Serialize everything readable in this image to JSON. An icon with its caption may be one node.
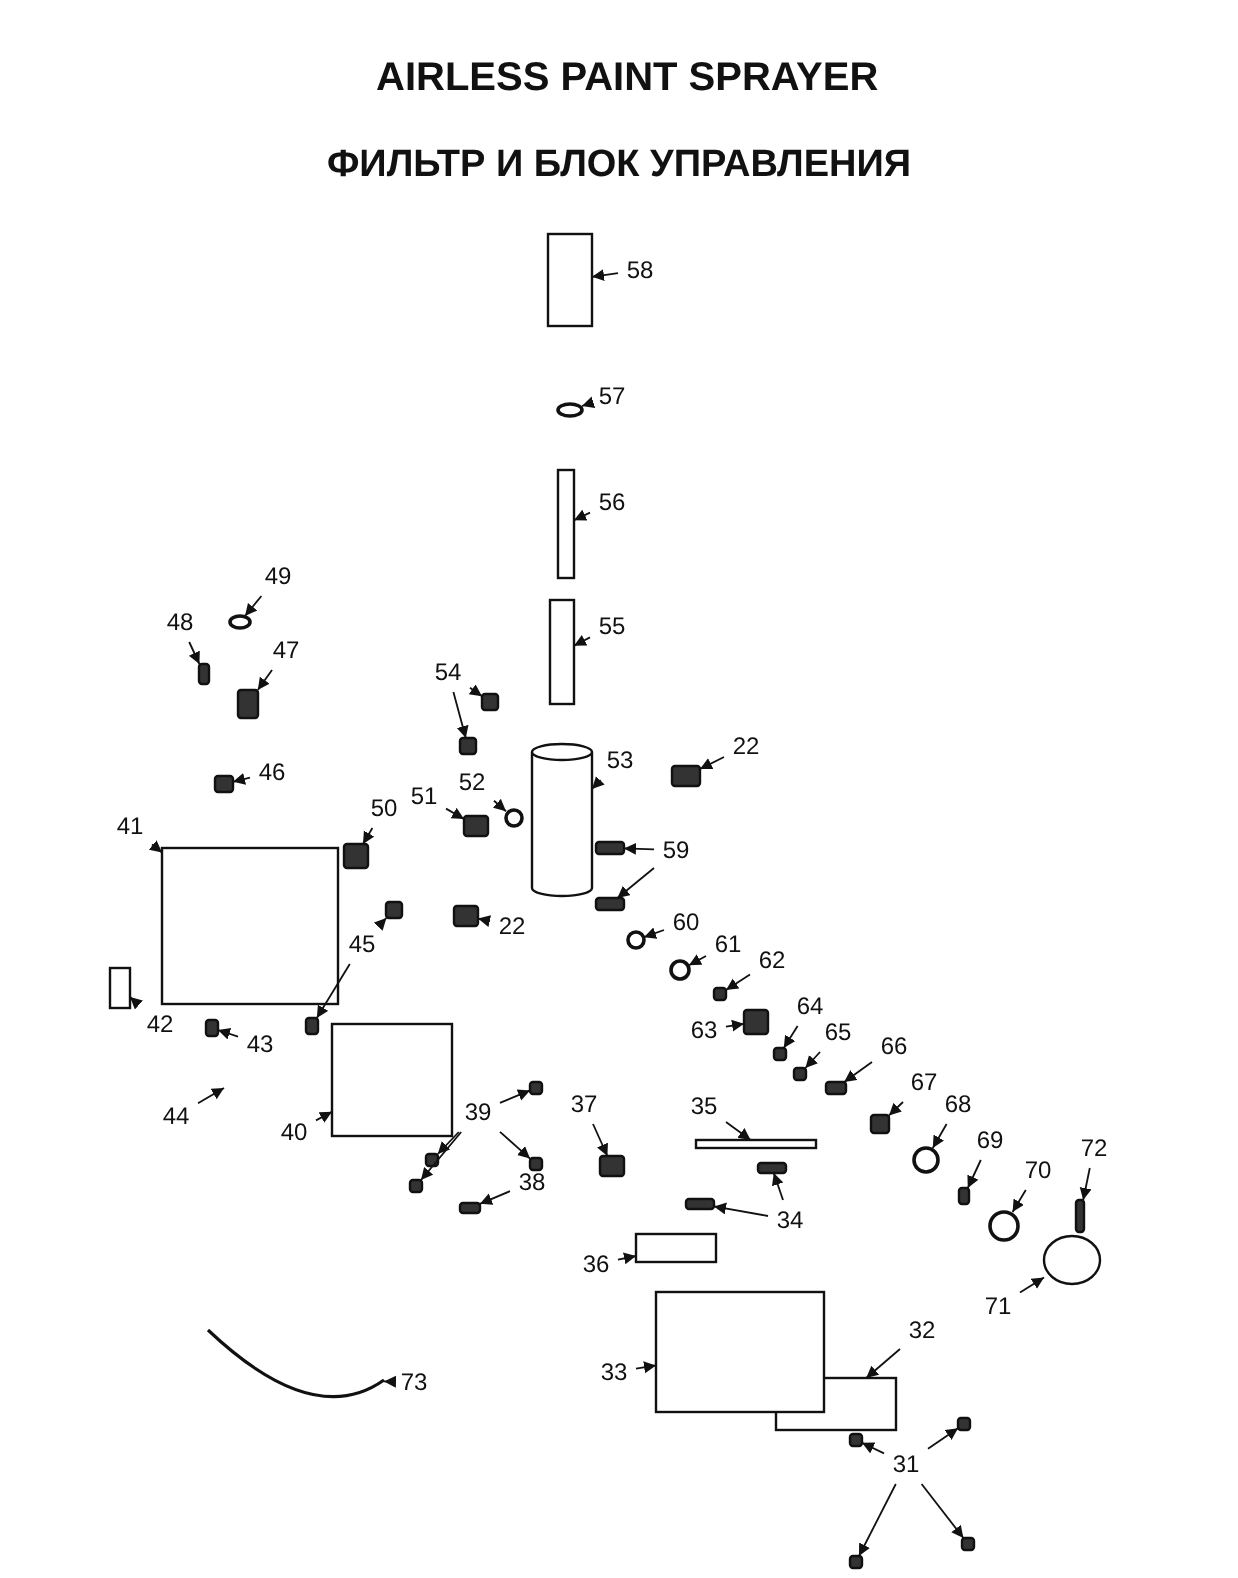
{
  "diagram": {
    "title": "ФИЛЬТР И БЛОК УПРАВЛЕНИЯ",
    "labels": [
      "AIRLESS PAINT SPRAYER"
    ],
    "nodes": [
      {
        "text": [
          "58"
        ]
      },
      {
        "text": [
          "57"
        ]
      },
      {
        "text": [
          "56"
        ]
      },
      {
        "text": [
          "55"
        ]
      },
      {
        "text": [
          "49"
        ]
      },
      {
        "text": [
          "48"
        ]
      },
      {
        "text": [
          "47"
        ]
      },
      {
        "text": [
          "54"
        ]
      },
      {
        "text": [
          "46"
        ]
      },
      {
        "text": [
          "53"
        ]
      },
      {
        "text": [
          "22"
        ]
      },
      {
        "text": [
          "52"
        ]
      },
      {
        "text": [
          "41"
        ]
      },
      {
        "text": [
          "50"
        ]
      },
      {
        "text": [
          "51"
        ]
      },
      {
        "text": [
          "59"
        ]
      },
      {
        "text": [
          "22"
        ]
      },
      {
        "text": [
          "45"
        ]
      },
      {
        "text": [
          "60"
        ]
      },
      {
        "text": [
          "61"
        ]
      },
      {
        "text": [
          "62"
        ]
      },
      {
        "text": [
          "63"
        ]
      },
      {
        "text": [
          "64"
        ]
      },
      {
        "text": [
          "65"
        ]
      },
      {
        "text": [
          "42"
        ]
      },
      {
        "text": [
          "43"
        ]
      },
      {
        "text": [
          "66"
        ]
      },
      {
        "text": [
          "67"
        ]
      },
      {
        "text": [
          "44"
        ]
      },
      {
        "text": [
          "68"
        ]
      },
      {
        "text": [
          "40"
        ]
      },
      {
        "text": [
          "39"
        ]
      },
      {
        "text": [
          "37"
        ]
      },
      {
        "text": [
          "35"
        ]
      },
      {
        "text": [
          "69"
        ]
      },
      {
        "text": [
          "72"
        ]
      },
      {
        "text": [
          "70"
        ]
      },
      {
        "text": [
          "38"
        ]
      },
      {
        "text": [
          "34"
        ]
      },
      {
        "text": [
          "36"
        ]
      },
      {
        "text": [
          "71"
        ]
      },
      {
        "text": [
          "32"
        ]
      },
      {
        "text": [
          "73"
        ]
      },
      {
        "text": [
          "33"
        ]
      },
      {
        "text": [
          "31"
        ]
      },
      {
        "text": [],
        "shape": "box"
      },
      {
        "text": [],
        "shape": "circle"
      },
      {
        "text": [],
        "shape": "box"
      },
      {
        "text": [],
        "shape": "box"
      },
      {
        "text": [],
        "shape": "circle"
      },
      {
        "text": [],
        "shape": "box"
      },
      {
        "text": [],
        "shape": "box"
      },
      {
        "text": [],
        "shape": "box"
      },
      {
        "text": [],
        "shape": "box"
      },
      {
        "text": [],
        "shape": "box"
      },
      {
        "text": [],
        "shape": "cylinder"
      },
      {
        "text": [],
        "shape": "box"
      },
      {
        "text": [],
        "shape": "circle"
      },
      {
        "text": [],
        "shape": "box"
      },
      {
        "text": [],
        "shape": "box"
      },
      {
        "text": [],
        "shape": "box"
      },
      {
        "text": [],
        "shape": "box"
      },
      {
        "text": [],
        "shape": "box"
      },
      {
        "text": [],
        "shape": "box"
      },
      {
        "text": [],
        "shape": "box"
      },
      {
        "text": [],
        "shape": "box"
      },
      {
        "text": [],
        "shape": "circle"
      },
      {
        "text": [],
        "shape": "circle"
      },
      {
        "text": [],
        "shape": "box"
      },
      {
        "text": [],
        "shape": "box"
      },
      {
        "text": [],
        "shape": "box"
      },
      {
        "text": [],
        "shape": "box"
      },
      {
        "text": [],
        "shape": "box"
      },
      {
        "text": [],
        "shape": "box"
      },
      {
        "text": [],
        "shape": "box"
      },
      {
        "text": [],
        "shape": "box"
      },
      {
        "text": [],
        "shape": "circle"
      },
      {
        "text": [],
        "shape": "box"
      },
      {
        "text": [],
        "shape": "box"
      },
      {
        "text": [],
        "shape": "box"
      },
      {
        "text": [],
        "shape": "box"
      },
      {
        "text": [],
        "shape": "box"
      },
      {
        "text": [],
        "shape": "box"
      },
      {
        "text": [],
        "shape": "box"
      },
      {
        "text": [],
        "shape": "box"
      },
      {
        "text": [],
        "shape": "box"
      },
      {
        "text": [],
        "shape": "circle"
      },
      {
        "text": [],
        "shape": "box"
      },
      {
        "text": [],
        "shape": "box"
      },
      {
        "text": [],
        "shape": "box"
      },
      {
        "text": [],
        "shape": "box"
      },
      {
        "text": [],
        "shape": "circle"
      },
      {
        "text": [],
        "shape": "box"
      },
      {
        "text": [],
        "shape": "picture"
      },
      {
        "text": [],
        "shape": "box"
      },
      {
        "text": [],
        "shape": "box"
      },
      {
        "text": [],
        "shape": "box"
      },
      {
        "text": [],
        "shape": "box"
      },
      {
        "text": [],
        "shape": "box"
      }
    ],
    "edges": [
      {
        "from": 0,
        "to": 45,
        "arrow": "to"
      },
      {
        "from": 1,
        "to": 46,
        "arrow": "to"
      },
      {
        "from": 2,
        "to": 47,
        "arrow": "to"
      },
      {
        "from": 3,
        "to": 48,
        "arrow": "to"
      },
      {
        "from": 4,
        "to": 49,
        "arrow": "to"
      },
      {
        "from": 5,
        "to": 50,
        "arrow": "to"
      },
      {
        "from": 6,
        "to": 51,
        "arrow": "to"
      },
      {
        "from": 7,
        "to": 52,
        "arrow": "to"
      },
      {
        "from": 7,
        "to": 53,
        "arrow": "to"
      },
      {
        "from": 8,
        "to": 54,
        "arrow": "to"
      },
      {
        "from": 9,
        "to": 55,
        "arrow": "to"
      },
      {
        "from": 10,
        "to": 56,
        "arrow": "to"
      },
      {
        "from": 11,
        "to": 57,
        "arrow": "to"
      },
      {
        "from": 12,
        "to": 58,
        "arrow": "to"
      },
      {
        "from": 13,
        "to": 59,
        "arrow": "to"
      },
      {
        "from": 14,
        "to": 60,
        "arrow": "to"
      },
      {
        "from": 15,
        "to": 61,
        "arrow": "to"
      },
      {
        "from": 15,
        "to": 62,
        "arrow": "to"
      },
      {
        "from": 16,
        "to": 63,
        "arrow": "to"
      },
      {
        "from": 17,
        "to": 64,
        "arrow": "to"
      },
      {
        "from": 17,
        "to": 65,
        "arrow": "to"
      },
      {
        "from": 18,
        "to": 66,
        "arrow": "to"
      },
      {
        "from": 19,
        "to": 67,
        "arrow": "to"
      },
      {
        "from": 20,
        "to": 68,
        "arrow": "to"
      },
      {
        "from": 21,
        "to": 69,
        "arrow": "to"
      },
      {
        "from": 22,
        "to": 70,
        "arrow": "to"
      },
      {
        "from": 23,
        "to": 71,
        "arrow": "to"
      },
      {
        "from": 24,
        "to": 72,
        "arrow": "to"
      },
      {
        "from": 25,
        "to": 73,
        "arrow": "to"
      },
      {
        "from": 26,
        "to": 74,
        "arrow": "to"
      },
      {
        "from": 27,
        "to": 75,
        "arrow": "to"
      },
      {
        "from": 28,
        "to": null,
        "arrow": "to"
      },
      {
        "from": 29,
        "to": 76,
        "arrow": "to"
      },
      {
        "from": 30,
        "to": 77,
        "arrow": "to"
      },
      {
        "from": 31,
        "to": 78,
        "arrow": "to"
      },
      {
        "from": 31,
        "to": 79,
        "arrow": "to"
      },
      {
        "from": 31,
        "to": 80,
        "arrow": "to"
      },
      {
        "from": 31,
        "to": 81,
        "arrow": "to"
      },
      {
        "from": 32,
        "to": 82,
        "arrow": "to"
      },
      {
        "from": 33,
        "to": 83,
        "arrow": "to"
      },
      {
        "from": 34,
        "to": 84,
        "arrow": "to"
      },
      {
        "from": 35,
        "to": 85,
        "arrow": "to"
      },
      {
        "from": 36,
        "to": 86,
        "arrow": "to"
      },
      {
        "from": 37,
        "to": 87,
        "arrow": "to"
      },
      {
        "from": 38,
        "to": 88,
        "arrow": "to"
      },
      {
        "from": 38,
        "to": 89,
        "arrow": "to"
      },
      {
        "from": 39,
        "to": 90,
        "arrow": "to"
      },
      {
        "from": 40,
        "to": 91,
        "arrow": "to"
      },
      {
        "from": 41,
        "to": 92,
        "arrow": "to"
      },
      {
        "from": 42,
        "to": 93,
        "arrow": "to"
      },
      {
        "from": 43,
        "to": 94,
        "arrow": "to"
      },
      {
        "from": 44,
        "to": 95,
        "arrow": "to"
      },
      {
        "from": 44,
        "to": 96,
        "arrow": "to"
      },
      {
        "from": 44,
        "to": 97,
        "arrow": "to"
      },
      {
        "from": 44,
        "to": 98,
        "arrow": "to"
      }
    ]
  }
}
